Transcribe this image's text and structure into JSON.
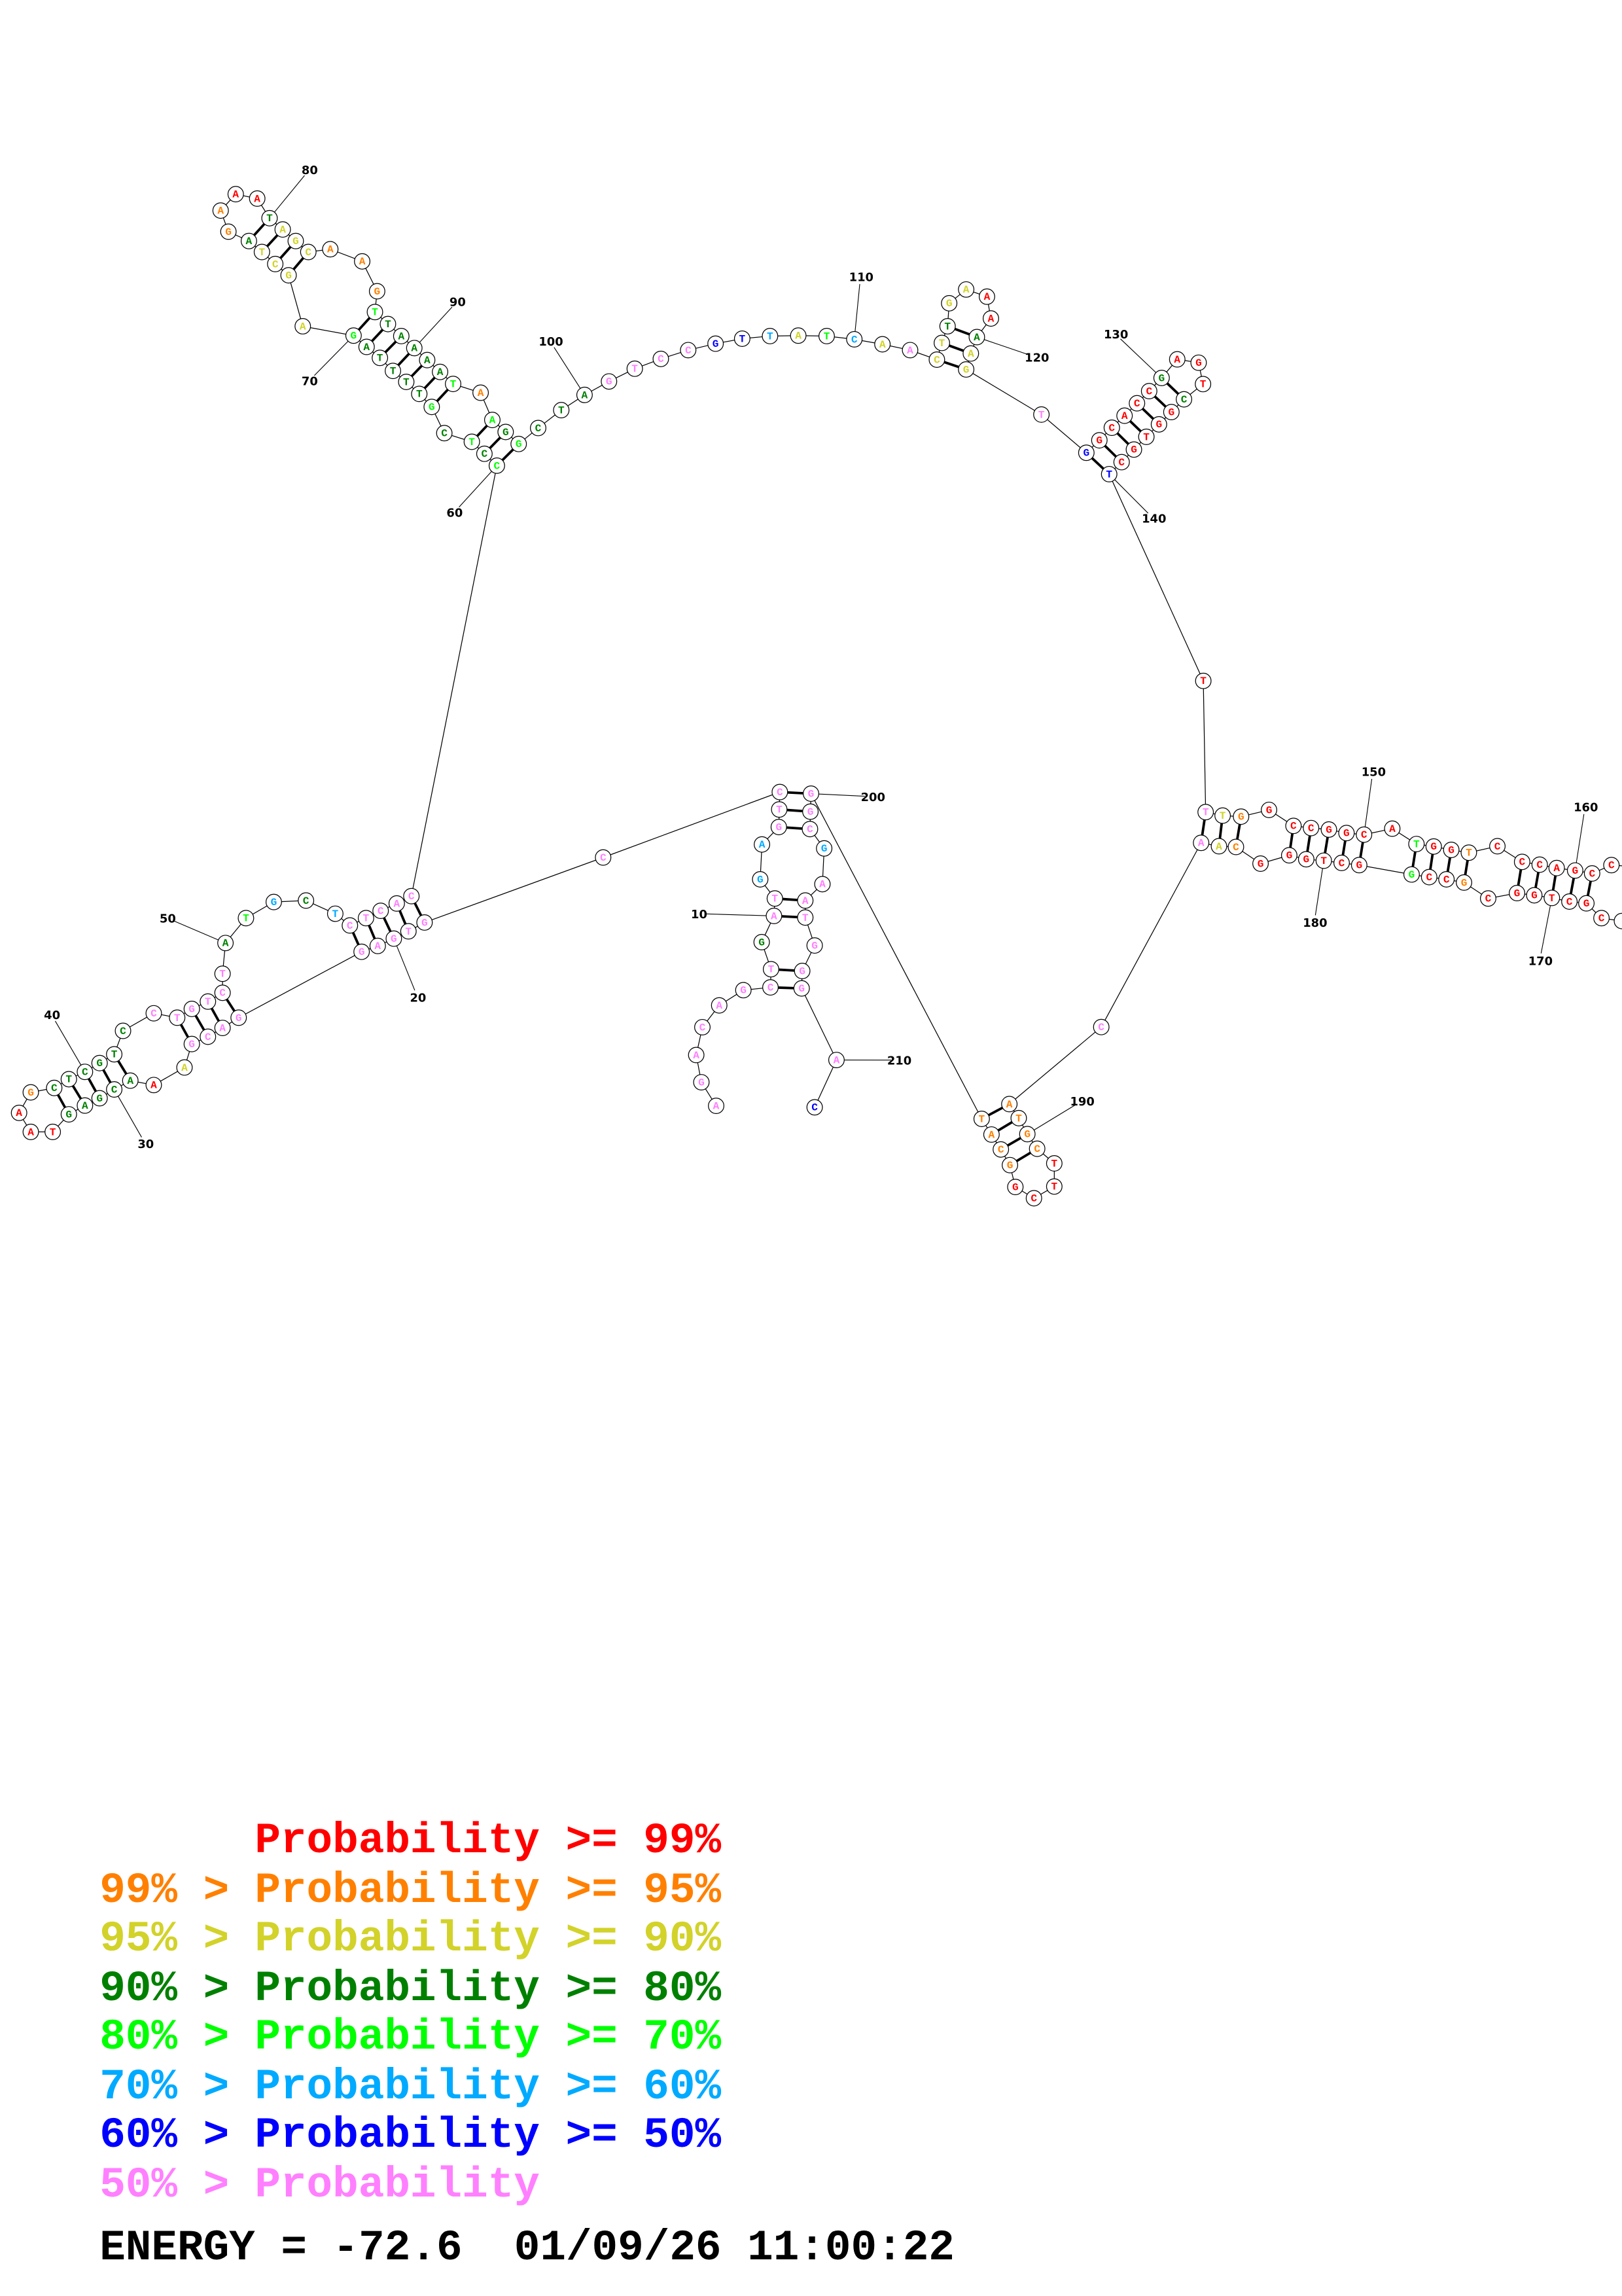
{
  "prob_colors": {
    "R": "#ff0000",
    "O": "#ff8000",
    "Y": "#d2d22a",
    "G": "#008000",
    "L": "#00ff00",
    "B": "#00aaff",
    "N": "#0000ff",
    "P": "#ff80ff"
  },
  "structure": {
    "nucleotides": [
      [
        "A",
        "P"
      ],
      [
        "G",
        "P"
      ],
      [
        "A",
        "P"
      ],
      [
        "C",
        "P"
      ],
      [
        "A",
        "P"
      ],
      [
        "G",
        "P"
      ],
      [
        "C",
        "P"
      ],
      [
        "T",
        "P"
      ],
      [
        "G",
        "G"
      ],
      [
        "A",
        "P"
      ],
      [
        "T",
        "P"
      ],
      [
        "G",
        "B"
      ],
      [
        "A",
        "B"
      ],
      [
        "G",
        "P"
      ],
      [
        "T",
        "P"
      ],
      [
        "C",
        "P"
      ],
      [
        "C",
        "P"
      ],
      [
        "G",
        "P"
      ],
      [
        "T",
        "P"
      ],
      [
        "G",
        "P"
      ],
      [
        "A",
        "P"
      ],
      [
        "G",
        "P"
      ],
      [
        "G",
        "P"
      ],
      [
        "A",
        "P"
      ],
      [
        "C",
        "P"
      ],
      [
        "G",
        "P"
      ],
      [
        "A",
        "Y"
      ],
      [
        "A",
        "R"
      ],
      [
        "A",
        "G"
      ],
      [
        "C",
        "G"
      ],
      [
        "G",
        "G"
      ],
      [
        "A",
        "G"
      ],
      [
        "G",
        "G"
      ],
      [
        "T",
        "R"
      ],
      [
        "A",
        "R"
      ],
      [
        "A",
        "R"
      ],
      [
        "G",
        "O"
      ],
      [
        "C",
        "G"
      ],
      [
        "T",
        "G"
      ],
      [
        "C",
        "G"
      ],
      [
        "G",
        "G"
      ],
      [
        "T",
        "G"
      ],
      [
        "C",
        "G"
      ],
      [
        "C",
        "P"
      ],
      [
        "T",
        "P"
      ],
      [
        "G",
        "P"
      ],
      [
        "T",
        "P"
      ],
      [
        "C",
        "P"
      ],
      [
        "T",
        "P"
      ],
      [
        "A",
        "G"
      ],
      [
        "T",
        "L"
      ],
      [
        "G",
        "B"
      ],
      [
        "C",
        "G"
      ],
      [
        "T",
        "B"
      ],
      [
        "C",
        "P"
      ],
      [
        "T",
        "P"
      ],
      [
        "C",
        "P"
      ],
      [
        "A",
        "P"
      ],
      [
        "C",
        "P"
      ],
      [
        "C",
        "L"
      ],
      [
        "C",
        "G"
      ],
      [
        "T",
        "L"
      ],
      [
        "C",
        "G"
      ],
      [
        "G",
        "L"
      ],
      [
        "T",
        "G"
      ],
      [
        "T",
        "G"
      ],
      [
        "T",
        "G"
      ],
      [
        "T",
        "G"
      ],
      [
        "A",
        "G"
      ],
      [
        "G",
        "L"
      ],
      [
        "A",
        "Y"
      ],
      [
        "G",
        "Y"
      ],
      [
        "C",
        "Y"
      ],
      [
        "T",
        "Y"
      ],
      [
        "A",
        "G"
      ],
      [
        "G",
        "O"
      ],
      [
        "A",
        "O"
      ],
      [
        "A",
        "R"
      ],
      [
        "A",
        "R"
      ],
      [
        "T",
        "G"
      ],
      [
        "A",
        "Y"
      ],
      [
        "G",
        "Y"
      ],
      [
        "C",
        "Y"
      ],
      [
        "A",
        "O"
      ],
      [
        "A",
        "O"
      ],
      [
        "G",
        "O"
      ],
      [
        "T",
        "L"
      ],
      [
        "T",
        "G"
      ],
      [
        "A",
        "G"
      ],
      [
        "A",
        "G"
      ],
      [
        "A",
        "G"
      ],
      [
        "A",
        "G"
      ],
      [
        "T",
        "L"
      ],
      [
        "A",
        "O"
      ],
      [
        "A",
        "L"
      ],
      [
        "G",
        "G"
      ],
      [
        "G",
        "L"
      ],
      [
        "C",
        "G"
      ],
      [
        "T",
        "G"
      ],
      [
        "A",
        "G"
      ],
      [
        "G",
        "P"
      ],
      [
        "T",
        "P"
      ],
      [
        "C",
        "P"
      ],
      [
        "C",
        "P"
      ],
      [
        "G",
        "N"
      ],
      [
        "T",
        "N"
      ],
      [
        "T",
        "B"
      ],
      [
        "A",
        "Y"
      ],
      [
        "T",
        "L"
      ],
      [
        "C",
        "B"
      ],
      [
        "A",
        "Y"
      ],
      [
        "A",
        "P"
      ],
      [
        "C",
        "Y"
      ],
      [
        "T",
        "Y"
      ],
      [
        "T",
        "G"
      ],
      [
        "G",
        "Y"
      ],
      [
        "A",
        "Y"
      ],
      [
        "A",
        "R"
      ],
      [
        "A",
        "R"
      ],
      [
        "A",
        "G"
      ],
      [
        "A",
        "Y"
      ],
      [
        "G",
        "Y"
      ],
      [
        "T",
        "P"
      ],
      [
        "G",
        "N"
      ],
      [
        "G",
        "R"
      ],
      [
        "C",
        "R"
      ],
      [
        "A",
        "R"
      ],
      [
        "C",
        "R"
      ],
      [
        "C",
        "R"
      ],
      [
        "G",
        "G"
      ],
      [
        "A",
        "R"
      ],
      [
        "G",
        "R"
      ],
      [
        "T",
        "R"
      ],
      [
        "C",
        "G"
      ],
      [
        "G",
        "R"
      ],
      [
        "G",
        "R"
      ],
      [
        "T",
        "R"
      ],
      [
        "G",
        "R"
      ],
      [
        "C",
        "R"
      ],
      [
        "T",
        "N"
      ],
      [
        "T",
        "R"
      ],
      [
        "T",
        "P"
      ],
      [
        "T",
        "Y"
      ],
      [
        "G",
        "O"
      ],
      [
        "G",
        "R"
      ],
      [
        "C",
        "R"
      ],
      [
        "C",
        "R"
      ],
      [
        "G",
        "R"
      ],
      [
        "G",
        "R"
      ],
      [
        "C",
        "R"
      ],
      [
        "A",
        "R"
      ],
      [
        "T",
        "L"
      ],
      [
        "G",
        "R"
      ],
      [
        "G",
        "R"
      ],
      [
        "T",
        "O"
      ],
      [
        "C",
        "R"
      ],
      [
        "C",
        "R"
      ],
      [
        "C",
        "R"
      ],
      [
        "A",
        "R"
      ],
      [
        "G",
        "R"
      ],
      [
        "C",
        "R"
      ],
      [
        "C",
        "R"
      ],
      [
        "",
        "R"
      ],
      [
        "",
        "R"
      ],
      [
        "",
        "R"
      ],
      [
        "",
        "R"
      ],
      [
        "C",
        "R"
      ],
      [
        "G",
        "R"
      ],
      [
        "C",
        "R"
      ],
      [
        "T",
        "R"
      ],
      [
        "G",
        "R"
      ],
      [
        "G",
        "R"
      ],
      [
        "C",
        "R"
      ],
      [
        "G",
        "O"
      ],
      [
        "C",
        "R"
      ],
      [
        "C",
        "R"
      ],
      [
        "G",
        "L"
      ],
      [
        "G",
        "R"
      ],
      [
        "C",
        "R"
      ],
      [
        "T",
        "R"
      ],
      [
        "G",
        "R"
      ],
      [
        "G",
        "R"
      ],
      [
        "G",
        "R"
      ],
      [
        "C",
        "O"
      ],
      [
        "A",
        "Y"
      ],
      [
        "A",
        "P"
      ],
      [
        "C",
        "P"
      ],
      [
        "A",
        "O"
      ],
      [
        "T",
        "O"
      ],
      [
        "G",
        "O"
      ],
      [
        "C",
        "O"
      ],
      [
        "T",
        "R"
      ],
      [
        "T",
        "R"
      ],
      [
        "C",
        "R"
      ],
      [
        "G",
        "R"
      ],
      [
        "G",
        "O"
      ],
      [
        "C",
        "O"
      ],
      [
        "A",
        "O"
      ],
      [
        "T",
        "O"
      ],
      [
        "G",
        "P"
      ],
      [
        "G",
        "P"
      ],
      [
        "C",
        "P"
      ],
      [
        "G",
        "B"
      ],
      [
        "A",
        "P"
      ],
      [
        "A",
        "P"
      ],
      [
        "T",
        "P"
      ],
      [
        "G",
        "P"
      ],
      [
        "G",
        "P"
      ],
      [
        "G",
        "P"
      ],
      [
        "A",
        "P"
      ],
      [
        "C",
        "N"
      ]
    ],
    "pairs": [
      [
        7,
        209
      ],
      [
        8,
        208
      ],
      [
        10,
        206
      ],
      [
        11,
        205
      ],
      [
        14,
        202
      ],
      [
        15,
        201
      ],
      [
        16,
        200
      ],
      [
        18,
        59
      ],
      [
        19,
        58
      ],
      [
        20,
        57
      ],
      [
        21,
        56
      ],
      [
        22,
        55
      ],
      [
        23,
        48
      ],
      [
        24,
        47
      ],
      [
        25,
        46
      ],
      [
        26,
        45
      ],
      [
        29,
        42
      ],
      [
        30,
        41
      ],
      [
        31,
        40
      ],
      [
        32,
        39
      ],
      [
        33,
        38
      ],
      [
        60,
        97
      ],
      [
        61,
        96
      ],
      [
        62,
        95
      ],
      [
        64,
        93
      ],
      [
        65,
        92
      ],
      [
        66,
        91
      ],
      [
        67,
        90
      ],
      [
        68,
        89
      ],
      [
        69,
        88
      ],
      [
        70,
        87
      ],
      [
        72,
        83
      ],
      [
        73,
        82
      ],
      [
        74,
        81
      ],
      [
        75,
        80
      ],
      [
        113,
        122
      ],
      [
        114,
        121
      ],
      [
        115,
        120
      ],
      [
        124,
        140
      ],
      [
        125,
        139
      ],
      [
        126,
        138
      ],
      [
        127,
        137
      ],
      [
        128,
        136
      ],
      [
        129,
        135
      ],
      [
        130,
        134
      ],
      [
        142,
        186
      ],
      [
        143,
        185
      ],
      [
        144,
        184
      ],
      [
        146,
        182
      ],
      [
        147,
        181
      ],
      [
        148,
        180
      ],
      [
        149,
        179
      ],
      [
        150,
        178
      ],
      [
        152,
        177
      ],
      [
        153,
        176
      ],
      [
        154,
        175
      ],
      [
        155,
        174
      ],
      [
        157,
        172
      ],
      [
        158,
        171
      ],
      [
        159,
        170
      ],
      [
        160,
        169
      ],
      [
        161,
        168
      ],
      [
        188,
        199
      ],
      [
        189,
        198
      ],
      [
        190,
        197
      ],
      [
        191,
        196
      ]
    ],
    "position_labels": [
      "10",
      "20",
      "30",
      "40",
      "50",
      "60",
      "70",
      "80",
      "90",
      "100",
      "110",
      "120",
      "130",
      "140",
      "150",
      "160",
      "170",
      "180",
      "190",
      "200",
      "210"
    ]
  },
  "legend": {
    "rows": [
      {
        "prefix": "",
        "label": "Probability >= 99%",
        "color": "#ff0000"
      },
      {
        "prefix": "99% > ",
        "label": "Probability >= 95%",
        "color": "#ff8000"
      },
      {
        "prefix": "95% > ",
        "label": "Probability >= 90%",
        "color": "#d2d22a"
      },
      {
        "prefix": "90% > ",
        "label": "Probability >= 80%",
        "color": "#008000"
      },
      {
        "prefix": "80% > ",
        "label": "Probability >= 70%",
        "color": "#00ff00"
      },
      {
        "prefix": "70% > ",
        "label": "Probability >= 60%",
        "color": "#00aaff"
      },
      {
        "prefix": "60% > ",
        "label": "Probability >= 50%",
        "color": "#0000ff"
      },
      {
        "prefix": "50% > ",
        "label": "Probability",
        "color": "#ff80ff"
      }
    ],
    "energy": "ENERGY = -72.6  01/09/26 11:00:22"
  }
}
